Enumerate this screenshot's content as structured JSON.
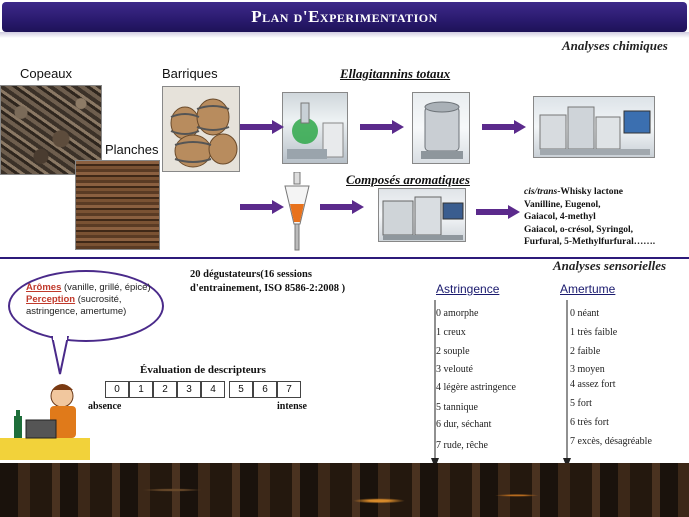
{
  "title": "Plan d'Experimentation",
  "chemical": {
    "section_label": "Analyses chimiques",
    "copeaux": "Copeaux",
    "barriques": "Barriques",
    "planches": "Planches",
    "ellagitannins": "Ellagitannins totaux",
    "aromatiques": "Composés aromatiques",
    "compounds_prefix": "cis/trans",
    "compounds_line1": "-Whisky lactone",
    "compounds_line2": "Vanilline, Eugenol,",
    "compounds_line3": "Gaiacol, 4-methyl",
    "compounds_line4": "Gaiacol, o-crésol, Syringol,",
    "compounds_line5": "Furfural, 5-Methylfurfural……."
  },
  "sensory": {
    "section_label": "Analyses sensorielles",
    "bubble_aromes_key": "Arômes",
    "bubble_aromes_rest": " (vanille, grillé, épicé)",
    "bubble_perception_key": "Perception",
    "bubble_perception_rest": " (sucrosité, astringence, amertume)",
    "tasters_line1": "20 dégustateurs(16 sessions",
    "tasters_line2": "d'entrainement, ISO 8586-2:2008 )",
    "eval_title": "Évaluation de descripteurs",
    "scale": [
      "0",
      "1",
      "2",
      "3",
      "4",
      "5",
      "6",
      "7"
    ],
    "absence": "absence",
    "intense": "intense",
    "astringence": {
      "head": "Astringence",
      "levels": [
        "0 amorphe",
        "1 creux",
        "2 souple",
        "3 velouté",
        "4 légère astringence",
        "5 tannique",
        "6 dur, séchant",
        "7 rude, rêche"
      ]
    },
    "amertume": {
      "head": "Amertume",
      "levels": [
        "0 néant",
        "1 très faible",
        "2 faible",
        "3 moyen",
        "4 assez fort",
        "5 fort",
        "6 très fort",
        "7 excès, désagréable"
      ]
    }
  },
  "colors": {
    "banner": "#2a1a6e",
    "arrow": "#5b2a8c",
    "bubble_border": "#4a2a8a",
    "keyword": "#c0392b"
  }
}
